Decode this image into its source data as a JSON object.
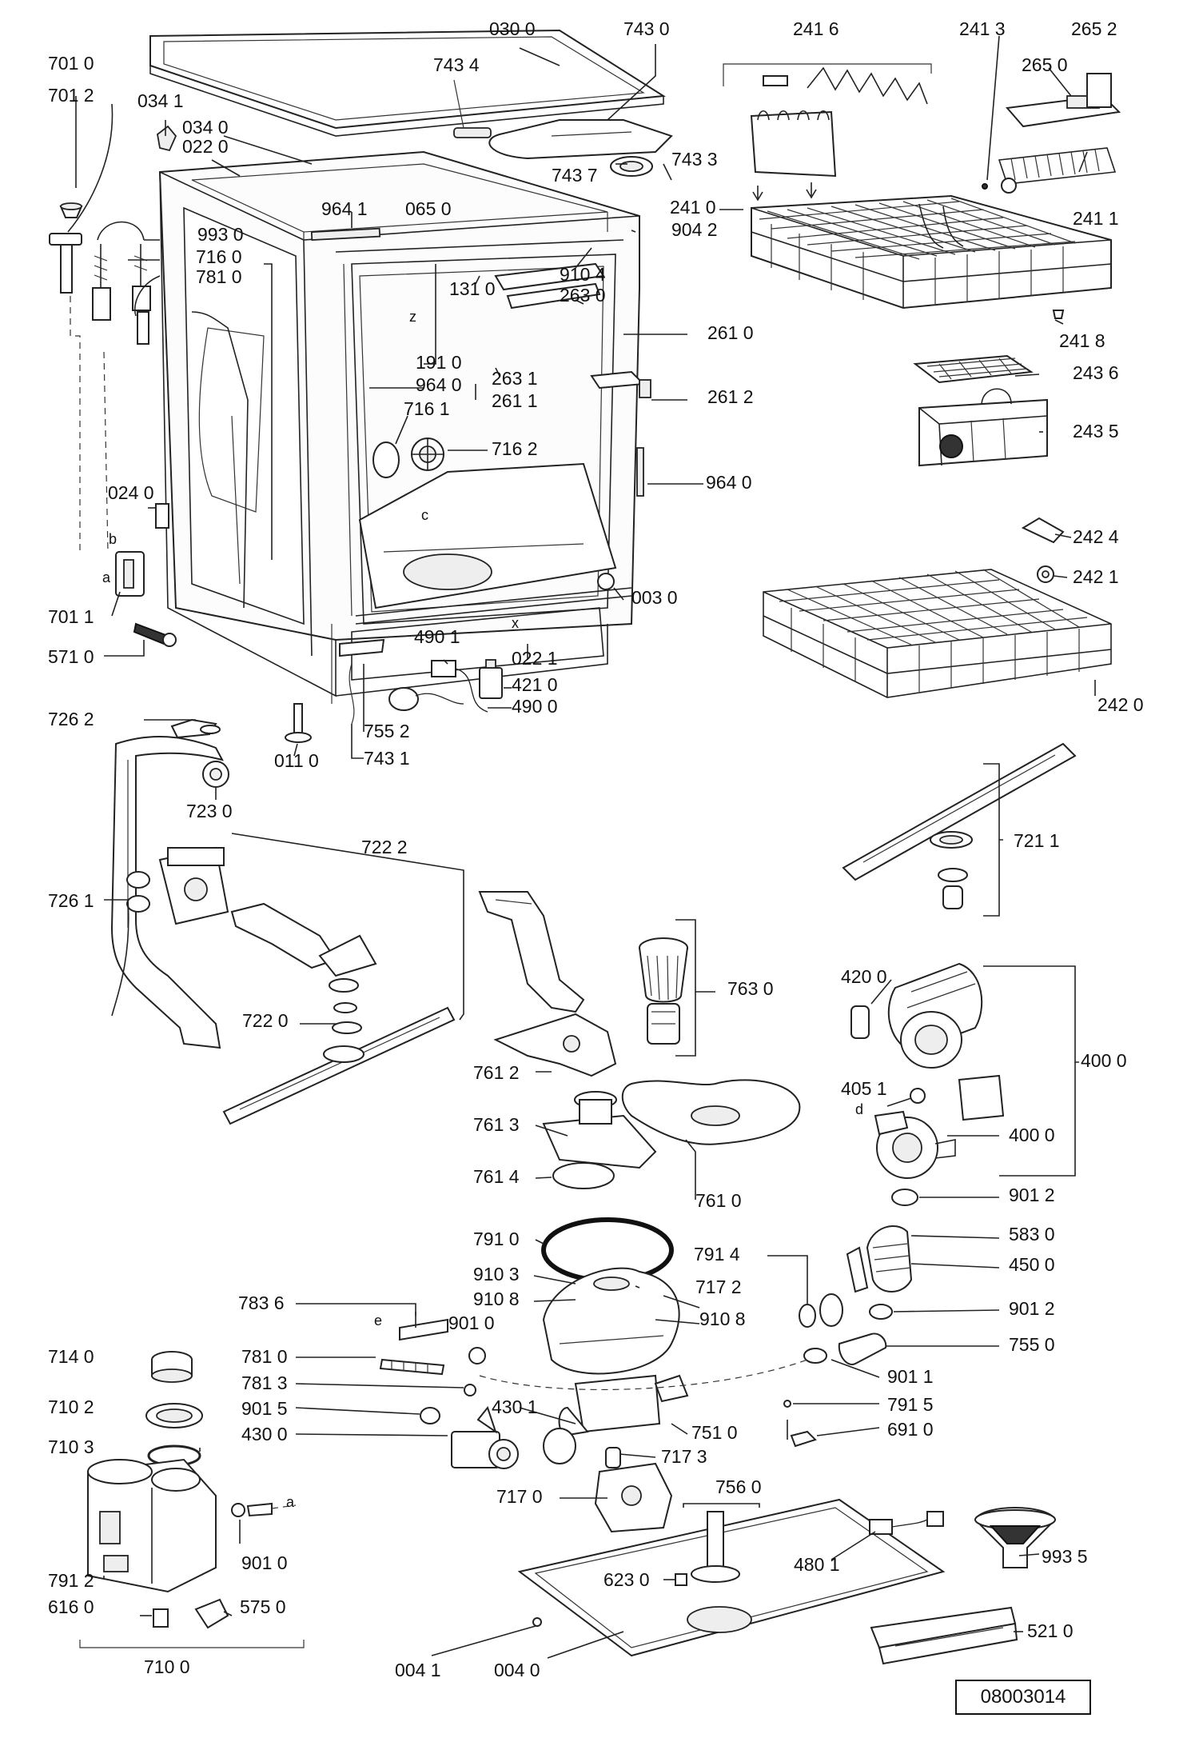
{
  "diagram": {
    "reference_code": "08003014",
    "letters": [
      "b",
      "a",
      "z",
      "c",
      "x",
      "d",
      "e",
      "a"
    ],
    "labels": [
      "030 0",
      "743 0",
      "241 6",
      "241 3",
      "265 2",
      "265 0",
      "701 0",
      "701 2",
      "034 1",
      "743 4",
      "034 0",
      "022 0",
      "743 7",
      "743 3",
      "241 1",
      "241 0",
      "964 1",
      "065 0",
      "904 2",
      "993 0",
      "716 0",
      "781 0",
      "910 4",
      "131 0",
      "263 0",
      "261 0",
      "241 8",
      "263 1",
      "261 1",
      "261 2",
      "243 6",
      "191 0",
      "964 0",
      "716 1",
      "716 2",
      "243 5",
      "964 0",
      "024 0",
      "242 4",
      "242 1",
      "003 0",
      "701 1",
      "490 1",
      "022 1",
      "571 0",
      "421 0",
      "490 0",
      "242 0",
      "755 2",
      "011 0",
      "743 1",
      "726 2",
      "723 0",
      "722 2",
      "726 1",
      "721 1",
      "763 0",
      "420 0",
      "722 0",
      "400 0",
      "761 2",
      "405 1",
      "400 0",
      "761 3",
      "761 4",
      "761 0",
      "901 2",
      "791 0",
      "583 0",
      "450 0",
      "791 4",
      "910 3",
      "717 2",
      "910 8",
      "910 8",
      "783 6",
      "901 2",
      "901 0",
      "755 0",
      "781 0",
      "714 0",
      "901 1",
      "781 3",
      "791 5",
      "710 2",
      "901 5",
      "430 1",
      "751 0",
      "430 0",
      "691 0",
      "710 3",
      "717 3",
      "717 0",
      "756 0",
      "901 0",
      "623 0",
      "480 1",
      "993 5",
      "791 2",
      "616 0",
      "575 0",
      "521 0",
      "710 0",
      "004 1",
      "004 0"
    ]
  }
}
